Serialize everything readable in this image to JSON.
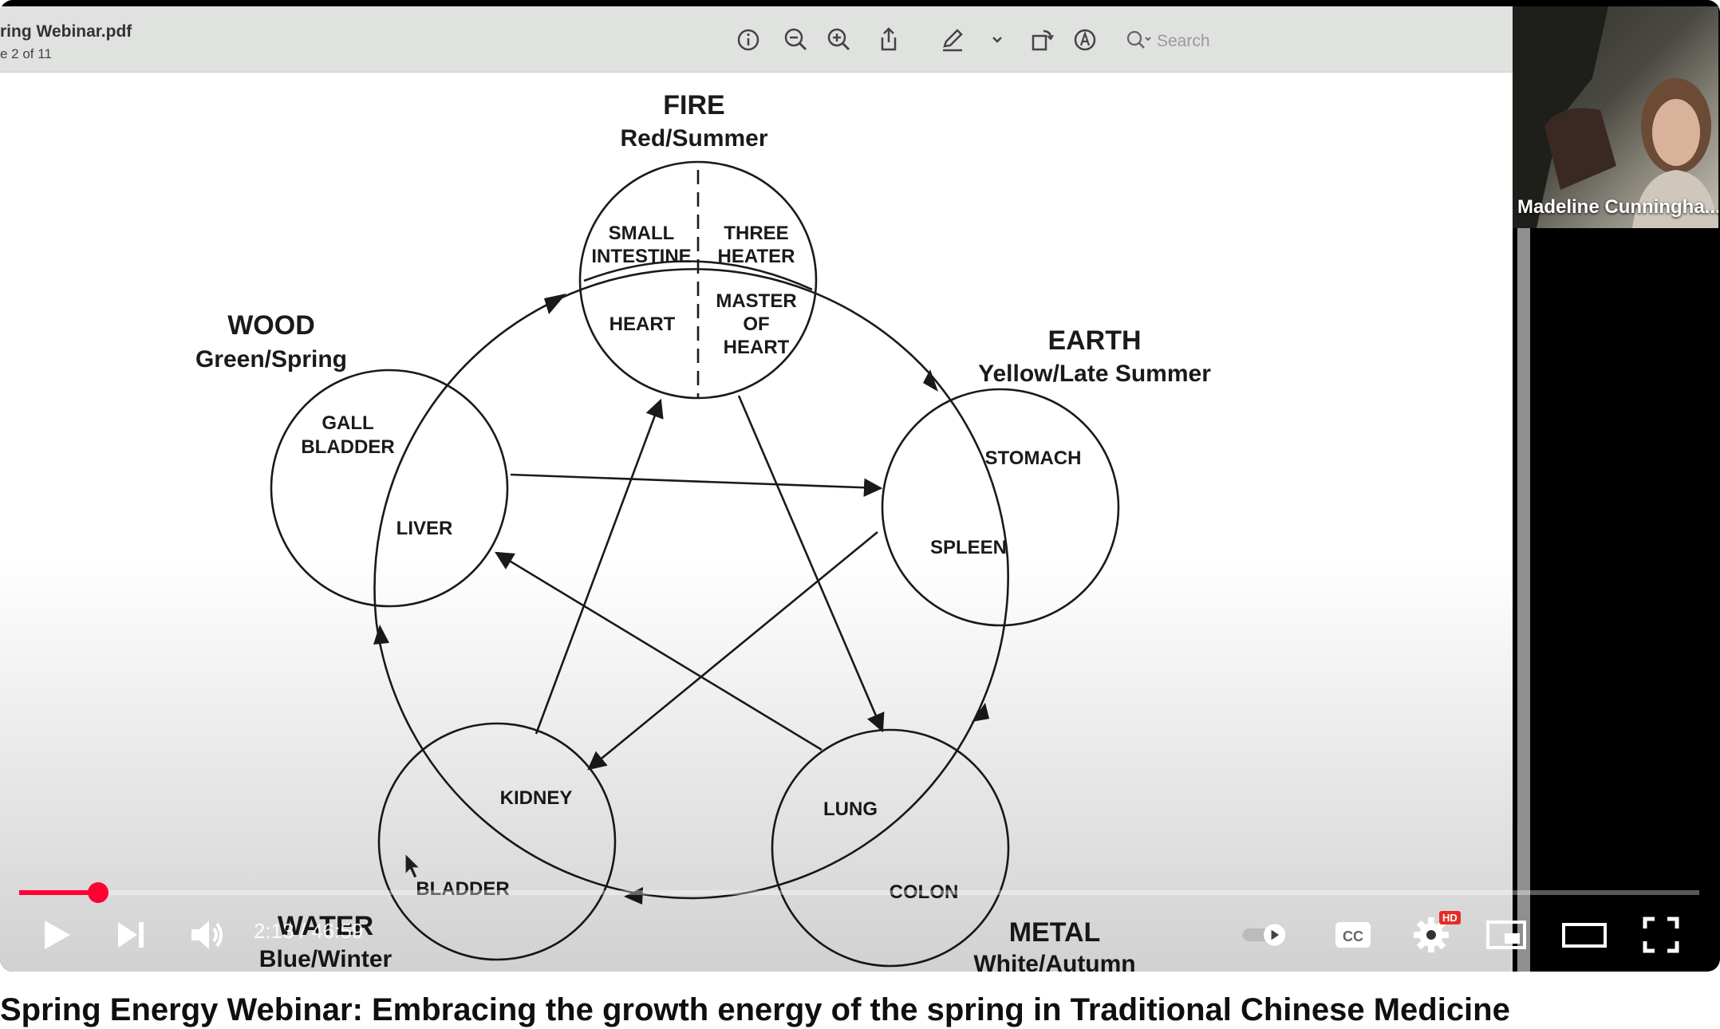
{
  "pdf_viewer": {
    "title": "ring Webinar.pdf",
    "page_indicator": "e 2 of 11",
    "search_placeholder": "Search",
    "toolbar_icons": [
      "info-icon",
      "zoom-out-icon",
      "zoom-in-icon",
      "share-icon",
      "markup-pen-icon",
      "chevron-down-icon",
      "rotate-icon",
      "markup-circle-icon",
      "search-icon"
    ]
  },
  "slide": {
    "fire": {
      "title": "FIRE",
      "subtitle": "Red/Summer",
      "organs": [
        "SMALL",
        "INTESTINE",
        "THREE",
        "HEATER",
        "HEART",
        "MASTER",
        "OF",
        "HEART"
      ]
    },
    "earth": {
      "title": "EARTH",
      "subtitle": "Yellow/Late Summer",
      "organs": [
        "STOMACH",
        "SPLEEN"
      ]
    },
    "wood": {
      "title": "WOOD",
      "subtitle": "Green/Spring",
      "organs": [
        "GALL",
        "BLADDER",
        "LIVER"
      ]
    },
    "water": {
      "title": "WATER",
      "subtitle": "Blue/Winter",
      "organs": [
        "KIDNEY",
        "BLADDER"
      ]
    },
    "metal": {
      "title": "METAL",
      "subtitle": "White/Autumn",
      "organs": [
        "LUNG",
        "COLON"
      ]
    }
  },
  "webcam": {
    "participant_name": "Madeline Cunningha..."
  },
  "player": {
    "time_display": "2:13 / 46:59",
    "progress_fraction": 0.047,
    "quality_badge": "HD",
    "accent_color": "#ff0033",
    "controls": [
      "play-icon",
      "next-icon",
      "volume-icon",
      "autoplay-toggle-icon",
      "captions-icon",
      "settings-icon",
      "miniplayer-icon",
      "theater-mode-icon",
      "fullscreen-icon"
    ]
  },
  "video_title": "Spring Energy Webinar: Embracing the growth energy of the spring in Traditional Chinese Medicine"
}
